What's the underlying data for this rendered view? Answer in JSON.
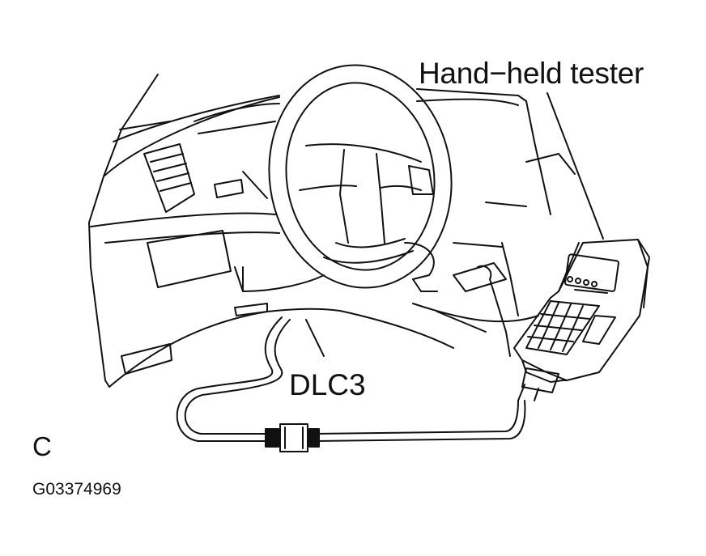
{
  "labels": {
    "tester": "Hand−held tester",
    "connector": "DLC3",
    "view": "C",
    "figure_id": "G03374969"
  },
  "colors": {
    "ink": "#111111",
    "background": "#ffffff"
  },
  "icons": [
    "steering-wheel-icon",
    "hand-held-tester-icon",
    "connector-plug-icon"
  ]
}
